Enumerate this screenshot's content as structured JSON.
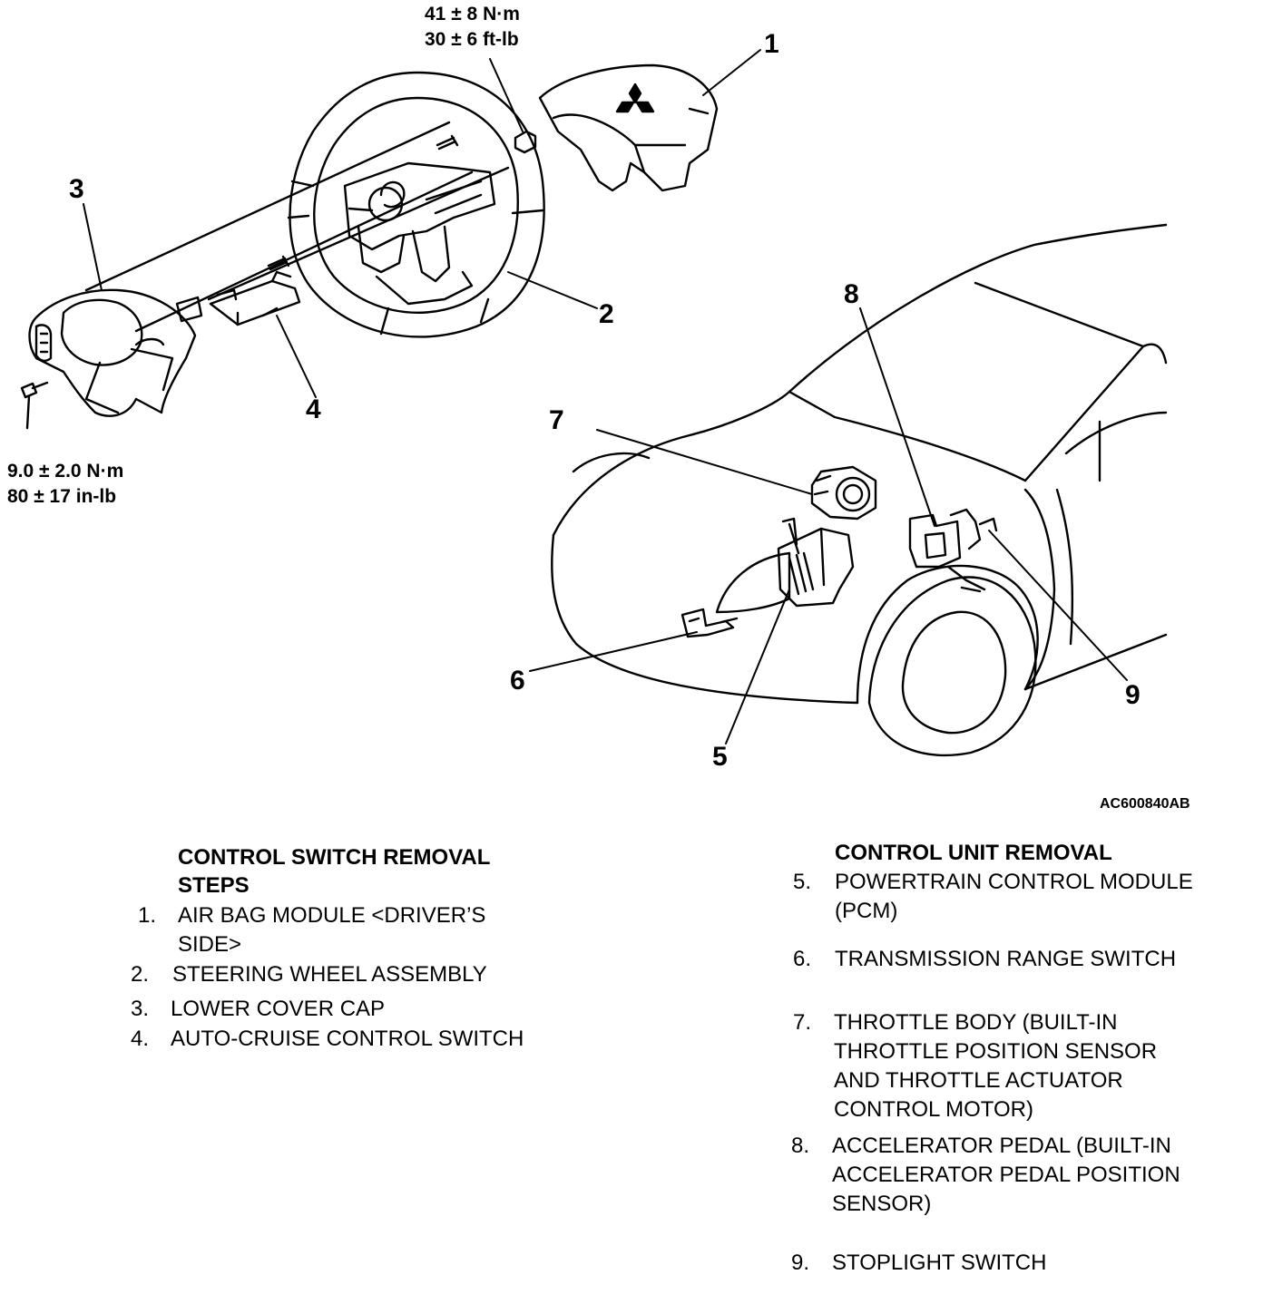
{
  "callouts": [
    "1",
    "2",
    "3",
    "4",
    "5",
    "6",
    "7",
    "8",
    "9"
  ],
  "torque_top": {
    "line1": "41 ± 8 N·m",
    "line2": "30 ± 6 ft-lb"
  },
  "torque_left": {
    "line1": "9.0 ± 2.0 N·m",
    "line2": "80 ± 17 in-lb"
  },
  "figure_id": "AC600840AB",
  "left_section": {
    "heading_line1": "CONTROL SWITCH REMOVAL",
    "heading_line2": "STEPS",
    "steps": [
      {
        "num": "1.",
        "line1": "AIR BAG MODULE <DRIVER’S",
        "line2": "SIDE>"
      },
      {
        "num": "2.",
        "line1": "STEERING WHEEL ASSEMBLY"
      },
      {
        "num": "3.",
        "line1": "LOWER COVER CAP"
      },
      {
        "num": "4.",
        "line1": "AUTO-CRUISE CONTROL SWITCH"
      }
    ]
  },
  "right_section": {
    "heading": "CONTROL UNIT REMOVAL",
    "steps": [
      {
        "num": "5.",
        "line1": "POWERTRAIN CONTROL MODULE",
        "line2": "(PCM)"
      },
      {
        "num": "6.",
        "line1": "TRANSMISSION RANGE SWITCH"
      },
      {
        "num": "7.",
        "line1": "THROTTLE BODY (BUILT-IN",
        "line2": "THROTTLE POSITION SENSOR",
        "line3": "AND THROTTLE ACTUATOR",
        "line4": "CONTROL MOTOR)"
      },
      {
        "num": "8.",
        "line1": "ACCELERATOR PEDAL (BUILT-IN",
        "line2": "ACCELERATOR PEDAL POSITION",
        "line3": "SENSOR)"
      },
      {
        "num": "9.",
        "line1": "STOPLIGHT SWITCH"
      }
    ]
  }
}
